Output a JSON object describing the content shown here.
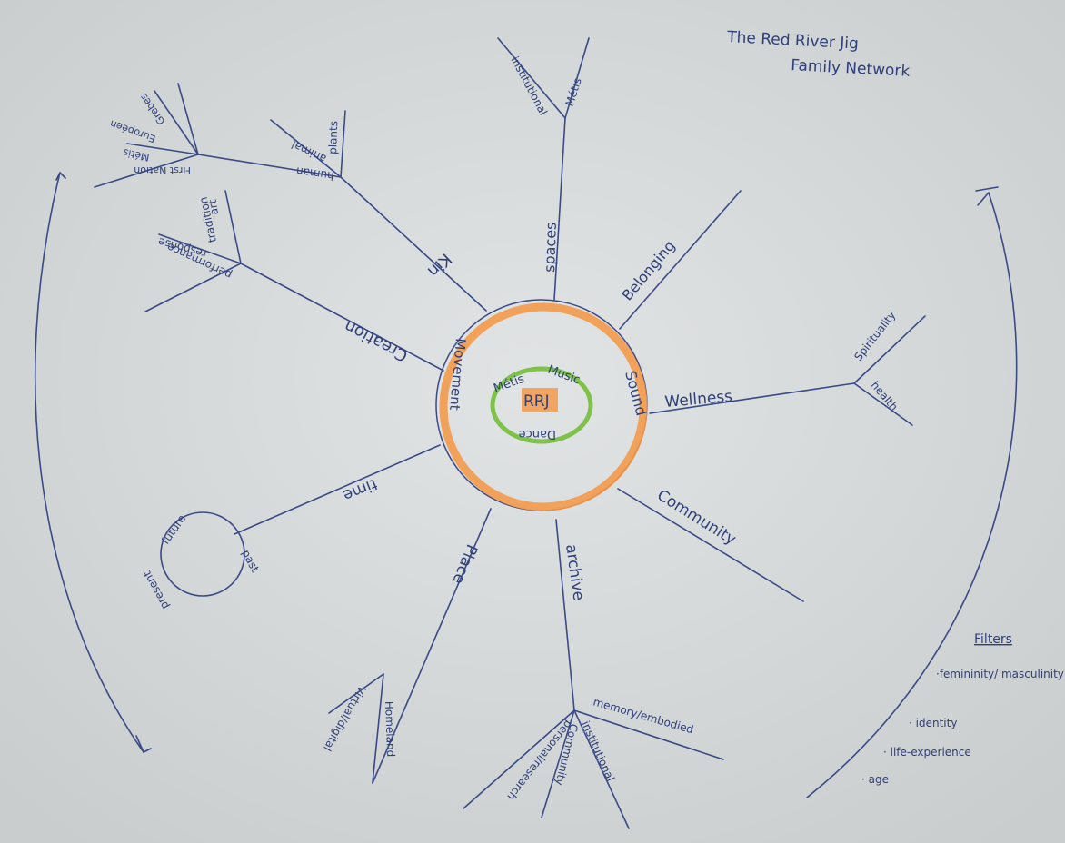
{
  "title": [
    "The Red River Jig",
    "Family Network"
  ],
  "center": {
    "core": "RRJ",
    "inner_labels": [
      "Métis",
      "Music",
      "Dance"
    ],
    "outer_labels": [
      "Movement",
      "Sound"
    ]
  },
  "branches": {
    "kin": {
      "label": "Kin",
      "sub": [
        "human",
        "animal",
        "plants",
        "Métis",
        "Européen",
        "Grebes",
        "First Nation"
      ]
    },
    "spaces": {
      "label": "spaces",
      "sub": [
        "institutional",
        "Métis"
      ]
    },
    "belonging": {
      "label": "Belonging"
    },
    "wellness": {
      "label": "Wellness",
      "sub": [
        "Spirituality",
        "health"
      ]
    },
    "community": {
      "label": "Community"
    },
    "archive": {
      "label": "archive",
      "sub": [
        "memory/embodied",
        "personal/research",
        "Community",
        "institutional"
      ]
    },
    "place": {
      "label": "Place",
      "sub": [
        "Homeland",
        "Virtual/digital"
      ]
    },
    "time": {
      "label": "time",
      "sub": [
        "future",
        "past",
        "present"
      ]
    },
    "creation": {
      "label": "Creation",
      "sub": [
        "performance",
        "response",
        "tradition",
        "art"
      ]
    }
  },
  "filters": {
    "heading": "Filters",
    "items": [
      "·femininity/ masculinity",
      "· identity",
      "· life-experience",
      "· age"
    ]
  },
  "colors": {
    "ink": "#3a4a86",
    "orange": "#f39a4a",
    "green": "#7ec24a",
    "paper": "#d6d9d9"
  }
}
